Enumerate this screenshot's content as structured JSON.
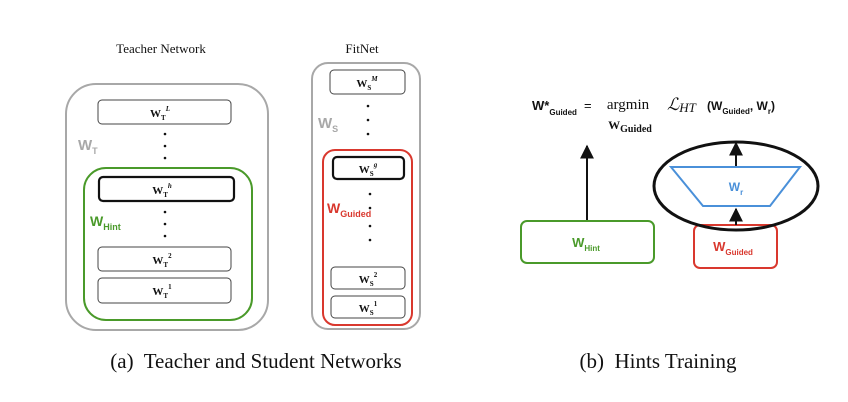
{
  "colors": {
    "gray": "#a8a8a8",
    "green": "#4a9a2a",
    "red": "#d9382e",
    "blue": "#4a90d9",
    "black": "#111111"
  },
  "teacher": {
    "title": "Teacher Network",
    "w_label": "W",
    "w_sub": "T",
    "hint_label": "W",
    "hint_sub": "Hint",
    "layers": [
      {
        "base": "W",
        "sub": "T",
        "sup": "L"
      },
      {
        "base": "W",
        "sub": "T",
        "sup": "h"
      },
      {
        "base": "W",
        "sub": "T",
        "sup": "2"
      },
      {
        "base": "W",
        "sub": "T",
        "sup": "1"
      }
    ]
  },
  "student": {
    "title": "FitNet",
    "w_label": "W",
    "w_sub": "S",
    "guided_label": "W",
    "guided_sub": "Guided",
    "layers": [
      {
        "base": "W",
        "sub": "S",
        "sup": "M"
      },
      {
        "base": "W",
        "sub": "S",
        "sup": "g"
      },
      {
        "base": "W",
        "sub": "S",
        "sup": "2"
      },
      {
        "base": "W",
        "sub": "S",
        "sup": "1"
      }
    ]
  },
  "hints": {
    "lhs": "W*",
    "lhs_sub": "Guided",
    "equals": "=",
    "argmin": "argmin",
    "argmin_under": "W",
    "argmin_under_sub": "Guided",
    "loss": "ℒ",
    "loss_sub": "HT",
    "args_open": "(W",
    "args_sub1": "Guided",
    "args_mid": ", W",
    "args_sub2": "r",
    "args_close": ")",
    "hint_box": {
      "base": "W",
      "sub": "Hint"
    },
    "guided_box": {
      "base": "W",
      "sub": "Guided"
    },
    "regressor": {
      "base": "W",
      "sub": "r"
    }
  },
  "captions": {
    "a": "(a)  Teacher and Student Networks",
    "b": "(b)  Hints Training"
  }
}
